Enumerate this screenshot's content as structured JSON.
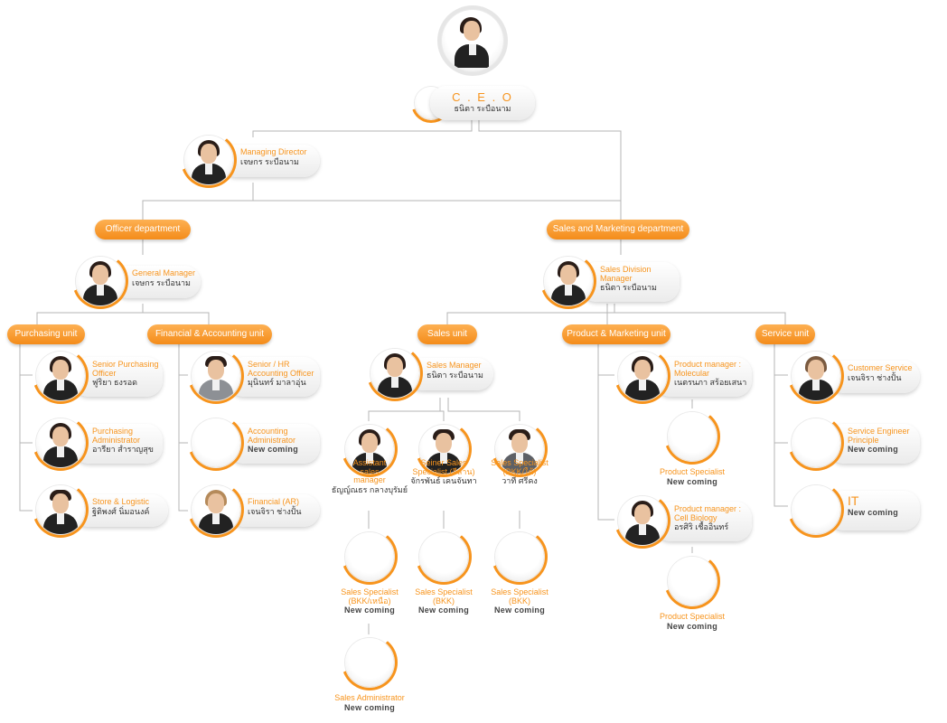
{
  "ceo": {
    "title": "C . E . O",
    "name": "ธนิตา ระบือนาม"
  },
  "managing_director": {
    "role": "Managing Director",
    "name": "เจษกร ระบือนาม"
  },
  "departments": {
    "officer": "Officer department",
    "sales_marketing": "Sales and Marketing department"
  },
  "general_manager": {
    "role": "General Manager",
    "name": "เจษกร ระบือนาม"
  },
  "sales_division_manager": {
    "role": "Sales Division Manager",
    "name": "ธนิตา ระบือนาม"
  },
  "units": {
    "purchasing": "Purchasing unit",
    "financial": "Financial & Accounting unit",
    "sales": "Sales unit",
    "product_marketing": "Product & Marketing unit",
    "service": "Service unit"
  },
  "purchasing": {
    "p1": {
      "role": "Senior Purchasing Officer",
      "name": "ฟูริยา ธงรอด"
    },
    "p2": {
      "role": "Purchasing Administrator",
      "name": "อารียา สำราญสุข"
    },
    "p3": {
      "role": "Store & Logistic",
      "name": "ฐิติพงศ์ นิ่มอนงค์"
    }
  },
  "financial": {
    "f1": {
      "role": "Senior / HR Accounting Officer",
      "name": "มุนินทร์ มาลาอุ่น"
    },
    "f2": {
      "role": "Accounting Administrator",
      "name": "New coming"
    },
    "f3": {
      "role": "Financial (AR)",
      "name": "เจนจิรา ช่างปั้น"
    }
  },
  "sales": {
    "manager": {
      "role": "Sales Manager",
      "name": "ธนิตา ระบือนาม"
    },
    "s1": {
      "role": "Assistant sales manager",
      "name": "ธัญญ์ณธร กลางบุรัมย์"
    },
    "s2": {
      "role": "Seiner Sales Specialist (อีสาน)",
      "name": "จักรพันธ์ เคนจันทา"
    },
    "s3": {
      "role": "Sales Specialist (BKK/ใต้)",
      "name": "วาที ศรีคง"
    },
    "s4": {
      "role": "Sales Specialist (BKK/เหนือ)",
      "name": "New coming"
    },
    "s5": {
      "role": "Sales Specialist (BKK)",
      "name": "New coming"
    },
    "s6": {
      "role": "Sales Specialist (BKK)",
      "name": "New coming"
    },
    "s7": {
      "role": "Sales Administrator",
      "name": "New coming"
    }
  },
  "product": {
    "m1": {
      "role": "Product manager : Molecular",
      "name": "เนตรนภา สร้อยเสนา"
    },
    "m1s": {
      "role": "Product Specialist",
      "name": "New coming"
    },
    "m2": {
      "role": "Product manager : Cell Biology",
      "name": "อรศิริ เชื้ออินทร์"
    },
    "m2s": {
      "role": "Product Specialist",
      "name": "New coming"
    }
  },
  "service": {
    "v1": {
      "role": "Customer Service",
      "name": "เจนจิรา ช่างปั้น"
    },
    "v2": {
      "role": "Service Engineer Principle",
      "name": "New coming"
    },
    "v3": {
      "role": "IT",
      "name": "New coming"
    }
  },
  "colors": {
    "accent": "#f7941d",
    "line": "#b5b5b5"
  }
}
